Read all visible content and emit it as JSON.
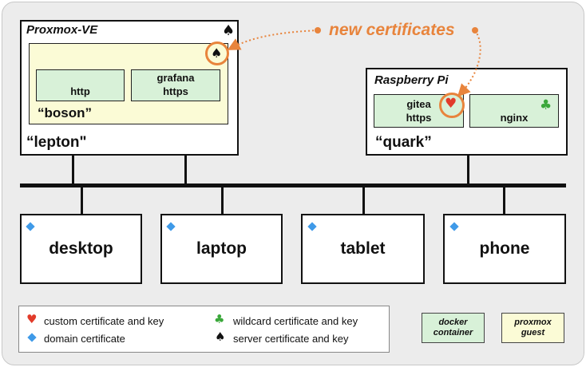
{
  "callout": {
    "text": "new certificates",
    "color": "#e8843c"
  },
  "hosts": {
    "proxmox": {
      "title": "Proxmox-VE",
      "name": "“lepton\"",
      "guest": {
        "name": "“boson”",
        "containers": [
          [
            "http"
          ],
          [
            "grafana",
            "https"
          ]
        ]
      }
    },
    "raspberry": {
      "title": "Raspberry Pi",
      "name": "“quark”",
      "containers": [
        [
          "gitea",
          "https"
        ],
        [
          "nginx"
        ]
      ]
    }
  },
  "clients": [
    "desktop",
    "laptop",
    "tablet",
    "phone"
  ],
  "legend": {
    "items": [
      {
        "icon": "red-heart",
        "label": "custom certificate and key"
      },
      {
        "icon": "blue-diamond",
        "label": "domain certificate"
      },
      {
        "icon": "green-club",
        "label": "wildcard certificate and key"
      },
      {
        "icon": "black-spade",
        "label": "server certificate and key"
      }
    ],
    "docker": [
      "docker",
      "container"
    ],
    "proxmox_guest": [
      "proxmox",
      "guest"
    ]
  },
  "colors": {
    "container_fill": "#d8f1d8",
    "guest_fill": "#fbfbd6",
    "accent_orange": "#e8843c",
    "heart": "#e23b2a",
    "club": "#3aa83a",
    "diamond": "#3f9ae8"
  }
}
